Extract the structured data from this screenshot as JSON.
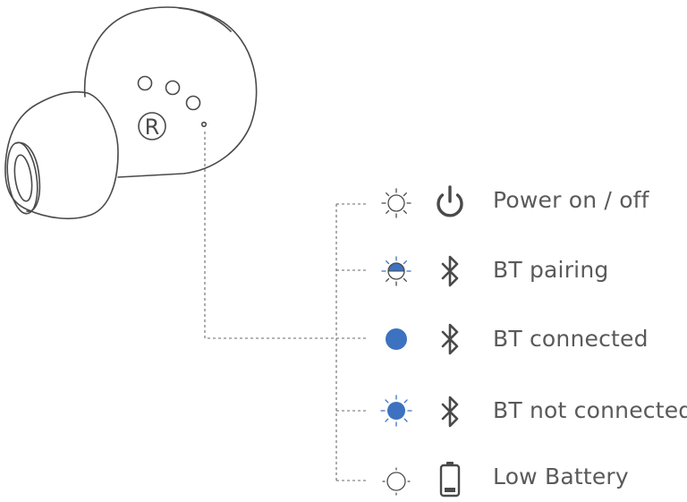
{
  "earbud": {
    "side_marking": "R"
  },
  "colors": {
    "outline": "#4a4a4a",
    "connector": "#6a6a6a",
    "led_blue": "#3d72c0",
    "text": "#5a5a5a"
  },
  "indicators": [
    {
      "label": "Power on / off",
      "led_state": "flashing-off",
      "icon": "power-icon"
    },
    {
      "label": "BT pairing",
      "led_state": "half-blue-flashing",
      "icon": "bluetooth-icon"
    },
    {
      "label": "BT connected",
      "led_state": "solid-blue",
      "icon": "bluetooth-icon"
    },
    {
      "label": "BT not connected",
      "led_state": "blue-flashing",
      "icon": "bluetooth-icon"
    },
    {
      "label": "Low Battery",
      "led_state": "off",
      "icon": "low-battery-icon"
    }
  ]
}
